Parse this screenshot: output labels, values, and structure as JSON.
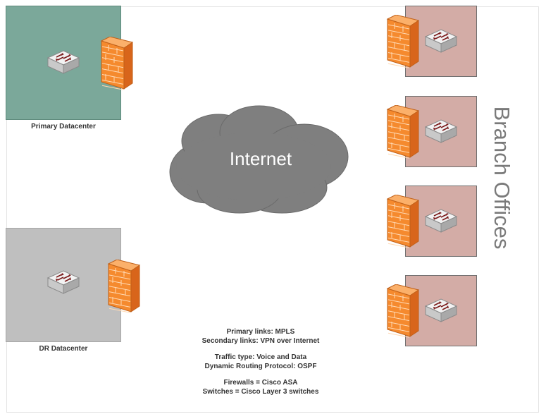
{
  "sites": {
    "primary": {
      "label": "Primary Datacenter"
    },
    "dr": {
      "label": "DR Datacenter"
    },
    "branch_group_title": "Branch Offices"
  },
  "cloud": {
    "label": "Internet"
  },
  "notes": {
    "primary_links": "Primary links: MPLS",
    "secondary_links": "Secondary links: VPN over Internet",
    "traffic_type": "Traffic type: Voice and Data",
    "routing": "Dynamic Routing Protocol: OSPF",
    "firewalls": "Firewalls = Cisco ASA",
    "switches": "Switches = Cisco Layer 3 switches"
  },
  "colors": {
    "primary_site": "#7ba89a",
    "dr_site": "#bfbfbf",
    "branch_site": "#d3aca6",
    "cloud": "#7f7f7f",
    "firewall": "#f58a2e"
  },
  "icons": {
    "switch": "layer3-switch-icon",
    "firewall": "firewall-icon",
    "cloud": "internet-cloud-icon"
  }
}
